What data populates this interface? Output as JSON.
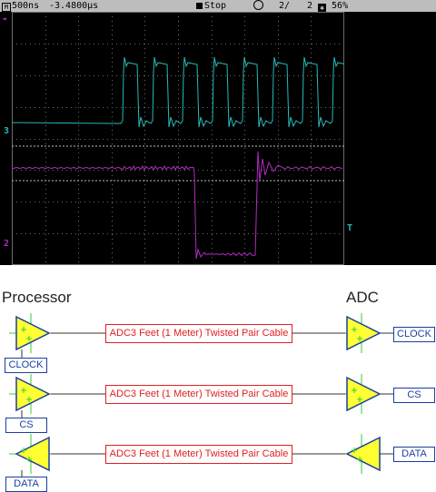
{
  "scope": {
    "timebase": "500ns",
    "position": "-3.4800µs",
    "run_state": "Stop",
    "counter": "2/",
    "counter_total": "2",
    "brightness": "56%",
    "channels": [
      {
        "name": "3",
        "color": "#28b9b9"
      },
      {
        "name": "2",
        "color": "#b02cc0"
      }
    ],
    "trigger_marker": "T",
    "colors": {
      "background": "#000000",
      "grid": "#6a6a6a",
      "status_bg": "#bdbdbd",
      "trigger": "#28b9b9"
    }
  },
  "diagram": {
    "processor_label": "Processor",
    "adc_label": "ADC",
    "rows": [
      {
        "signal": "CLOCK",
        "cable": "ADC3 Feet (1 Meter) Twisted Pair Cable",
        "direction": "right"
      },
      {
        "signal": "CS",
        "cable": "ADC3 Feet (1 Meter) Twisted Pair Cable",
        "direction": "right"
      },
      {
        "signal": "DATA",
        "cable": "ADC3 Feet (1 Meter) Twisted Pair Cable",
        "direction": "left"
      }
    ],
    "colors": {
      "buffer_fill": "#ffff33",
      "buffer_stroke": "#1a3fa0",
      "pin": "#33cc33",
      "cable": "#e02020",
      "box": "#1a3fa0"
    }
  }
}
